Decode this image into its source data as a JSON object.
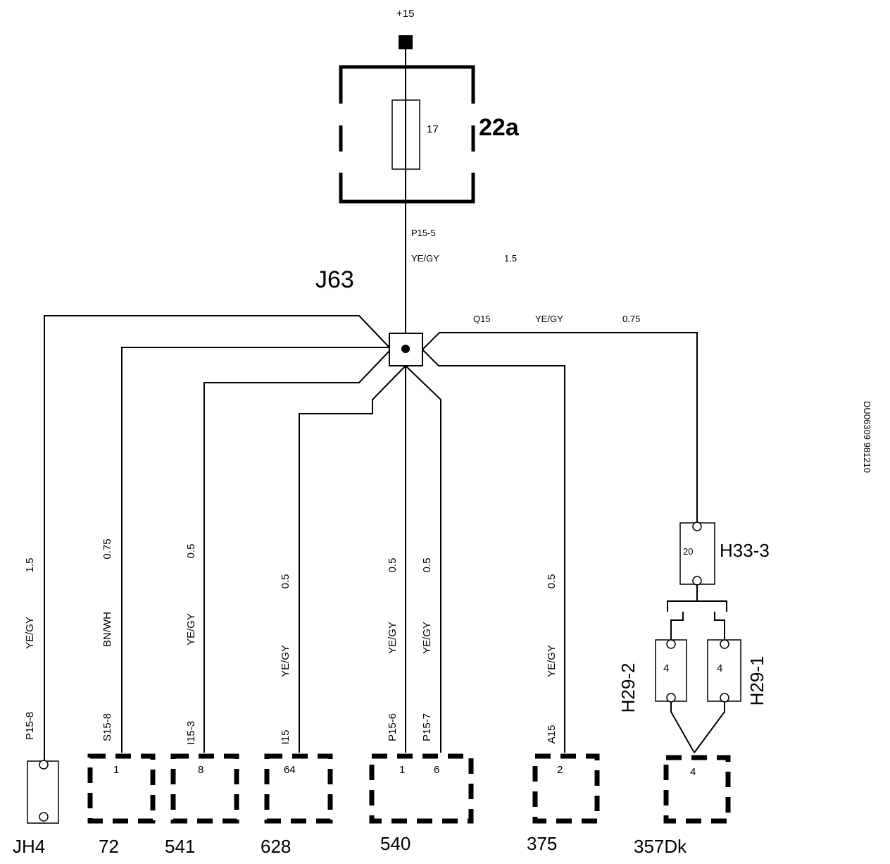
{
  "supply": {
    "label": "+15"
  },
  "fuse_box": {
    "label": "22a",
    "fuse_number": "17"
  },
  "main_wire": {
    "id": "P15-5",
    "color": "YE/GY",
    "size": "1.5"
  },
  "splice": {
    "label": "J63"
  },
  "right_wire": {
    "id": "Q15",
    "color": "YE/GY",
    "size": "0.75"
  },
  "branches": [
    {
      "id": "P15-8",
      "color": "YE/GY",
      "size": "1.5",
      "pin": "",
      "component": "JH4"
    },
    {
      "id": "S15-8",
      "color": "BN/WH",
      "size": "0.75",
      "pin": "1",
      "component": "72"
    },
    {
      "id": "I15-3",
      "color": "YE/GY",
      "size": "0.5",
      "pin": "8",
      "component": "541"
    },
    {
      "id": "I15",
      "color": "YE/GY",
      "size": "0.5",
      "pin": "64",
      "component": "628"
    },
    {
      "id": "P15-6",
      "color": "YE/GY",
      "size": "0.5",
      "pin": "1",
      "component": "540"
    },
    {
      "id": "P15-7",
      "color": "YE/GY",
      "size": "0.5",
      "pin": "6",
      "component": "540"
    },
    {
      "id": "A15",
      "color": "YE/GY",
      "size": "0.5",
      "pin": "2",
      "component": "375"
    }
  ],
  "connectors": {
    "h33": {
      "label": "H33-3",
      "pin": "20"
    },
    "h29_2": {
      "label": "H29-2",
      "pin": "4"
    },
    "h29_1": {
      "label": "H29-1",
      "pin": "4"
    },
    "c357": {
      "label": "357Dk",
      "pin": "4"
    }
  },
  "doc_code": "DU06309 981210"
}
